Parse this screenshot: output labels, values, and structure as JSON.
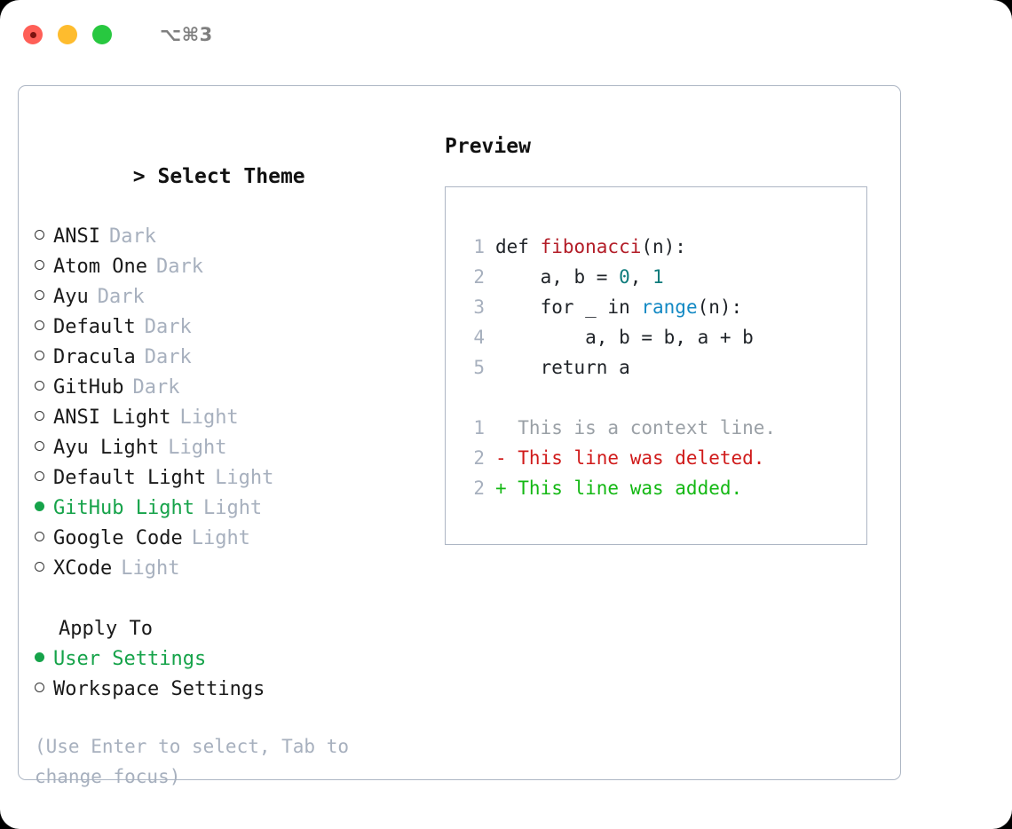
{
  "titlebar": {
    "shortcut": "⌥⌘3",
    "lights": [
      "close",
      "minimize",
      "zoom"
    ]
  },
  "theme_picker": {
    "focus_marker": "> ",
    "title": "Select Theme",
    "options": [
      {
        "label": "ANSI",
        "badge": "Dark",
        "selected": false
      },
      {
        "label": "Atom One",
        "badge": "Dark",
        "selected": false
      },
      {
        "label": "Ayu",
        "badge": "Dark",
        "selected": false
      },
      {
        "label": "Default",
        "badge": "Dark",
        "selected": false
      },
      {
        "label": "Dracula",
        "badge": "Dark",
        "selected": false
      },
      {
        "label": "GitHub",
        "badge": "Dark",
        "selected": false
      },
      {
        "label": "ANSI Light",
        "badge": "Light",
        "selected": false
      },
      {
        "label": "Ayu Light",
        "badge": "Light",
        "selected": false
      },
      {
        "label": "Default Light",
        "badge": "Light",
        "selected": false
      },
      {
        "label": "GitHub Light",
        "badge": "Light",
        "selected": true
      },
      {
        "label": "Google Code",
        "badge": "Light",
        "selected": false
      },
      {
        "label": "XCode",
        "badge": "Light",
        "selected": false
      }
    ]
  },
  "apply_to": {
    "title": "Apply To",
    "options": [
      {
        "label": "User Settings",
        "selected": true
      },
      {
        "label": "Workspace Settings",
        "selected": false
      }
    ]
  },
  "help": {
    "text": "(Use Enter to select, Tab to change focus)"
  },
  "preview": {
    "title": "Preview",
    "code_lines": [
      {
        "n": "1",
        "parts": [
          {
            "t": "def ",
            "k": "plain"
          },
          {
            "t": "fibonacci",
            "k": "fn"
          },
          {
            "t": "(n):",
            "k": "plain"
          }
        ]
      },
      {
        "n": "2",
        "parts": [
          {
            "t": "    a, b = ",
            "k": "plain"
          },
          {
            "t": "0",
            "k": "num"
          },
          {
            "t": ", ",
            "k": "plain"
          },
          {
            "t": "1",
            "k": "num"
          }
        ]
      },
      {
        "n": "3",
        "parts": [
          {
            "t": "    for _ in ",
            "k": "plain"
          },
          {
            "t": "range",
            "k": "call"
          },
          {
            "t": "(n):",
            "k": "plain"
          }
        ]
      },
      {
        "n": "4",
        "parts": [
          {
            "t": "        a, b = b, a + b",
            "k": "plain"
          }
        ]
      },
      {
        "n": "5",
        "parts": [
          {
            "t": "    return a",
            "k": "plain"
          }
        ]
      }
    ],
    "diff_lines": [
      {
        "n": "1",
        "marker": "  ",
        "text": "This is a context line.",
        "kind": "context"
      },
      {
        "n": "2",
        "marker": "- ",
        "text": "This line was deleted.",
        "kind": "deleted"
      },
      {
        "n": "2",
        "marker": "+ ",
        "text": "This line was added.",
        "kind": "added"
      }
    ]
  },
  "colors": {
    "accent_green": "#16a34a",
    "muted": "#a7b0be",
    "border": "#adb6c4",
    "fn_red": "#b31d28",
    "num_teal": "#0d7b7b",
    "call_blue": "#1389c4",
    "diff_deleted": "#d01b1b",
    "diff_added": "#14b814"
  }
}
